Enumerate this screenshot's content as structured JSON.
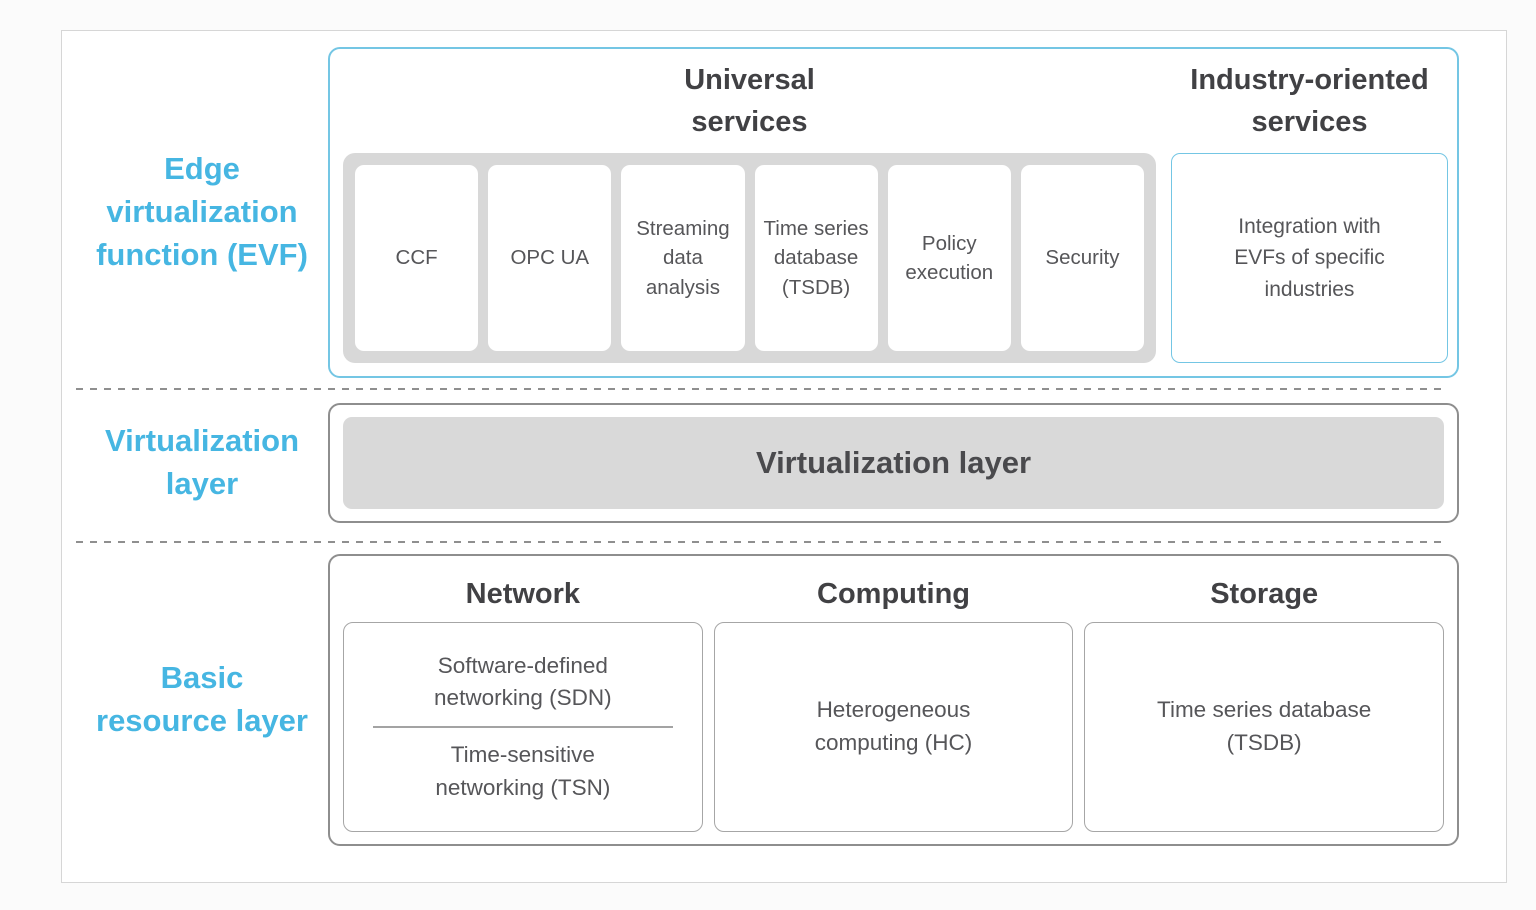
{
  "colors": {
    "accent_cyan_text": "#46b6e2",
    "blue_border": "#74c6e4",
    "gray_fill": "#d8d8d8",
    "heading_text": "#414144",
    "body_text": "#565659",
    "mid_gray_border": "#8e8e8e",
    "dashed_line": "#8f8f8f"
  },
  "left_labels": {
    "evf": "Edge\nvirtualization\nfunction (EVF)",
    "virtualization": "Virtualization\nlayer",
    "basic": "Basic\nresource layer"
  },
  "evf_section": {
    "universal": {
      "title": "Universal\nservices",
      "items": [
        "CCF",
        "OPC UA",
        "Streaming\ndata\nanalysis",
        "Time series\ndatabase\n(TSDB)",
        "Policy\nexecution",
        "Security"
      ]
    },
    "industry": {
      "title": "Industry-oriented\nservices",
      "box": "Integration with\nEVFs of specific\nindustries"
    }
  },
  "virtualization_section": {
    "box_label": "Virtualization layer"
  },
  "basic_section": {
    "columns": [
      {
        "title": "Network",
        "items": [
          "Software-defined\nnetworking (SDN)",
          "Time-sensitive\nnetworking (TSN)"
        ]
      },
      {
        "title": "Computing",
        "items": [
          "Heterogeneous\ncomputing (HC)"
        ]
      },
      {
        "title": "Storage",
        "items": [
          "Time series database\n(TSDB)"
        ]
      }
    ]
  }
}
